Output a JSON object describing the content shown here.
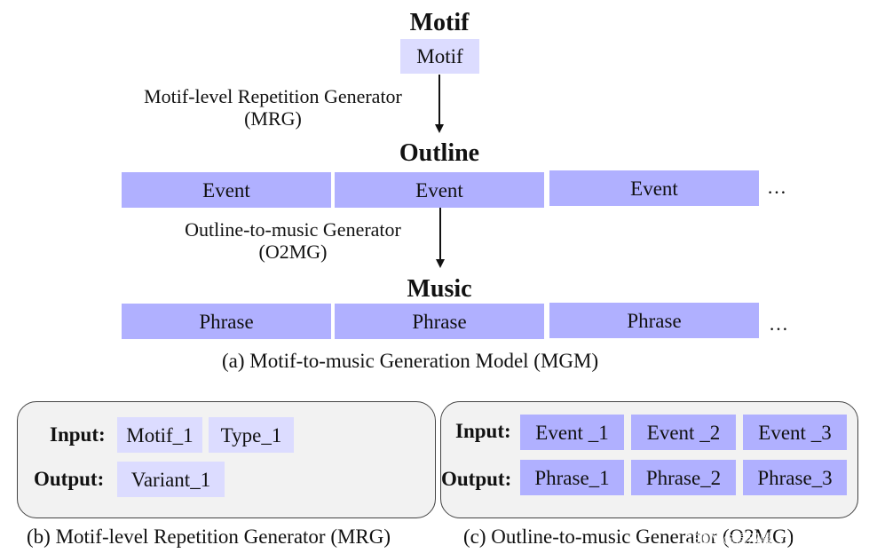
{
  "mgm": {
    "motif_heading": "Motif",
    "motif_box": "Motif",
    "mrg_label_line1": "Motif-level Repetition Generator",
    "mrg_label_line2": "(MRG)",
    "outline_heading": "Outline",
    "events": [
      "Event",
      "Event",
      "Event"
    ],
    "events_ellipsis": "…",
    "o2mg_label_line1": "Outline-to-music Generator",
    "o2mg_label_line2": "(O2MG)",
    "music_heading": "Music",
    "phrases": [
      "Phrase",
      "Phrase",
      "Phrase"
    ],
    "phrases_ellipsis": "…",
    "caption": "(a) Motif-to-music Generation Model (MGM)"
  },
  "mrg_panel": {
    "input_label": "Input:",
    "inputs": [
      "Motif_1",
      "Type_1"
    ],
    "output_label": "Output:",
    "outputs": [
      "Variant_1"
    ],
    "caption": "(b) Motif-level Repetition Generator (MRG)"
  },
  "o2mg_panel": {
    "input_label": "Input:",
    "inputs": [
      "Event _1",
      "Event _2",
      "Event _3"
    ],
    "output_label": "Output:",
    "outputs": [
      "Phrase_1",
      "Phrase_2",
      "Phrase_3"
    ],
    "caption": "(c) Outline-to-music Generator (O2MG)"
  },
  "watermark": "CSDN @燕双嘤 Verified",
  "colors": {
    "light_box": "#dcdcff",
    "dark_box": "#b0b0ff",
    "panel_bg": "#f2f2f2"
  }
}
